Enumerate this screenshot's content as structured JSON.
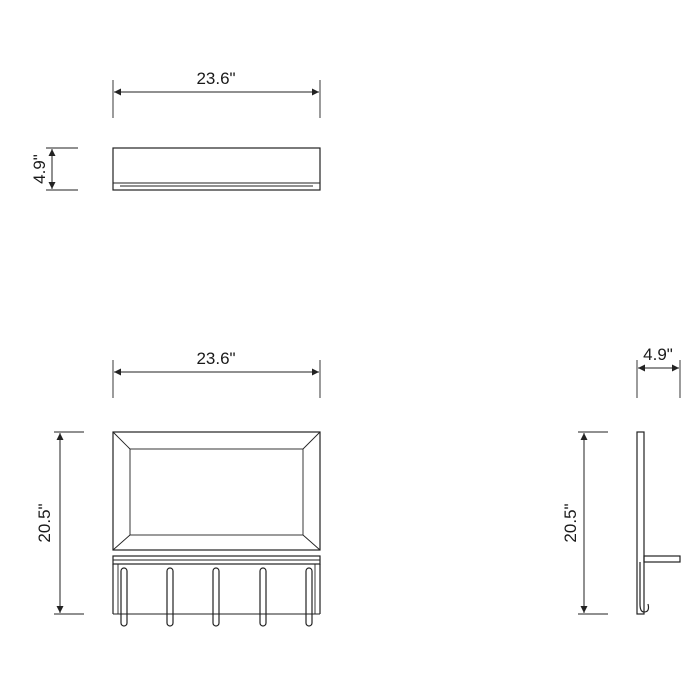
{
  "diagram": {
    "top_view": {
      "width_label": "23.6\"",
      "depth_label": "4.9\""
    },
    "front_view": {
      "width_label": "23.6\"",
      "height_label": "20.5\""
    },
    "side_view": {
      "depth_label": "4.9\"",
      "height_label": "20.5\""
    }
  }
}
